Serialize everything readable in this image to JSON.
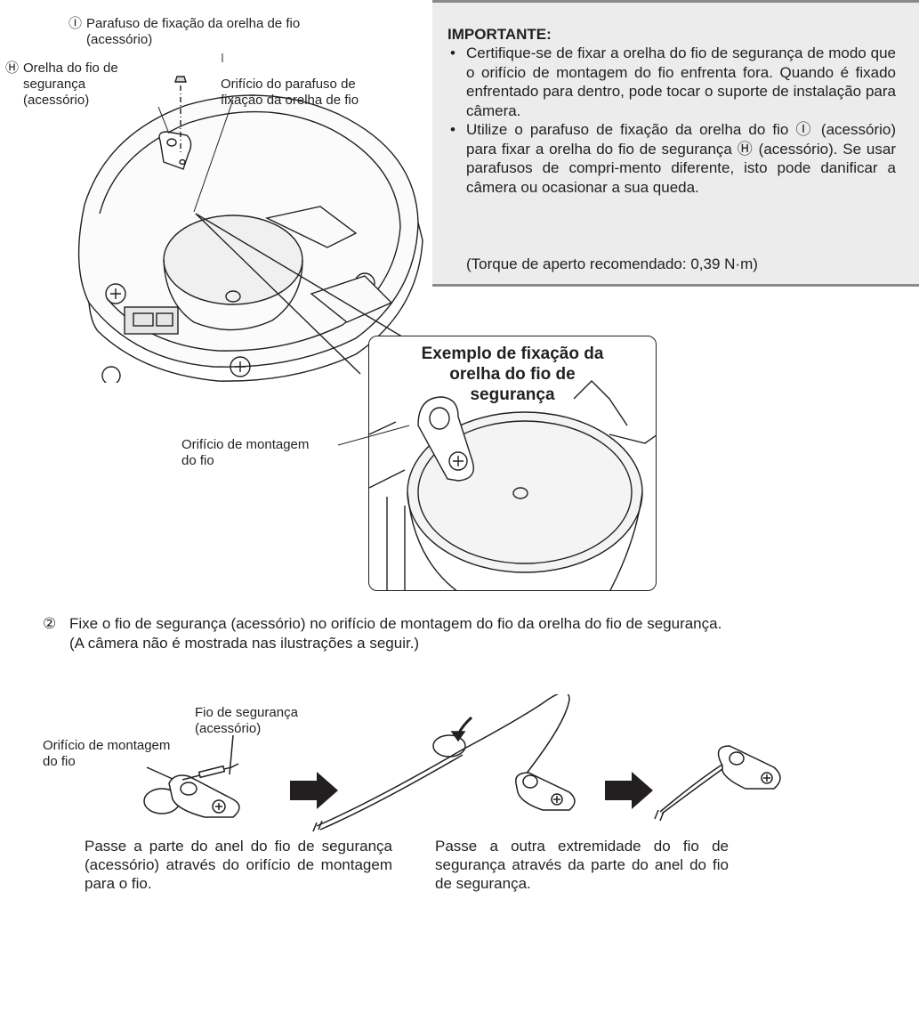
{
  "top_diagram": {
    "labels": {
      "screw_marker": "Ⓘ",
      "screw_name_l1": "Parafuso de fixação da orelha de fio",
      "screw_name_l2": "(acessório)",
      "ear_marker": "Ⓗ",
      "ear_name_l1": "Orelha do fio de",
      "ear_name_l2": "segurança",
      "ear_name_l3": "(acessório)",
      "hole_l1": "Orifício do parafuso de",
      "hole_l2": "fixação da orelha de fio"
    }
  },
  "important": {
    "title": "IMPORTANTE:",
    "bullets": [
      "Certifique-se de fixar a orelha do fio de segurança de modo que o orifício de montagem do fio enfrenta fora. Quando é fixado enfrentado para dentro, pode tocar o suporte de instalação para câmera.",
      "Utilize o parafuso de fixação da orelha do fio Ⓘ (acessório) para fixar a orelha do fio de segurança Ⓗ (acessório). Se usar parafusos de compri-mento diferente, isto pode danificar a câmera ou ocasionar a sua queda."
    ],
    "torque": "(Torque de aperto recomendado: 0,39 N·m)"
  },
  "inset": {
    "title_l1": "Exemplo de fixação da",
    "title_l2": "orelha do fio de",
    "title_l3": "segurança",
    "hole_label_l1": "Orifício de montagem",
    "hole_label_l2": "do fio"
  },
  "step2": {
    "number": "②",
    "line1": "Fixe o fio de segurança (acessório) no orifício de montagem do fio da orelha do fio de segurança.",
    "line2": "(A câmera não é mostrada nas ilustrações a seguir.)"
  },
  "bottom": {
    "wire_label_l1": "Fio de segurança",
    "wire_label_l2": "(acessório)",
    "hole_label_l1": "Orifício de montagem",
    "hole_label_l2": "do fio",
    "caption_left": "Passe a parte do anel do fio de segurança (acessório) através do orifício de montagem para o fio.",
    "caption_right": "Passe a outra extremidade do fio de segurança através da parte do anel do fio de segurança."
  }
}
